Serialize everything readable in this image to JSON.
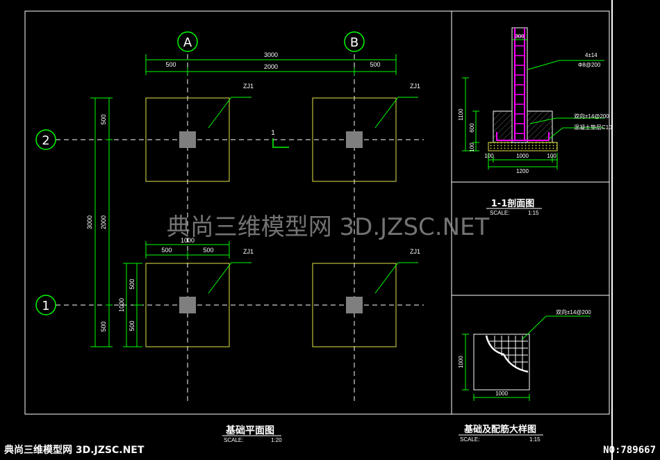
{
  "colors": {
    "background": "#000000",
    "frame": "#ffffff",
    "dim": "#00ff00",
    "axis": "#ffffff",
    "footing": "#e6e64a",
    "column": "#7f7f7f",
    "rebar": "#ff00ff",
    "leader": "#00ff00",
    "watermark": "#9a9a9a",
    "title_text": "#ffffff"
  },
  "plan": {
    "axis_a": "A",
    "axis_b": "B",
    "axis_1": "1",
    "axis_2": "2",
    "dim_top_total": "3000",
    "dim_top_left": "500",
    "dim_top_right": "500",
    "dim_top_mid": "2000",
    "dim_left_total": "3000",
    "dim_left_top": "500",
    "dim_left_mid": "2000",
    "dim_left_bot": "500",
    "dim_inner_total": "1000",
    "dim_inner_top": "500",
    "dim_inner_bot": "500",
    "dim_bottom_total": "1000",
    "dim_bottom_left": "500",
    "dim_bottom_right": "500",
    "footing_label": "ZJ1",
    "section_mark": "1",
    "title": "基础平面图",
    "scale_label": "SCALE:",
    "scale_value": "1:20"
  },
  "section": {
    "dim_column_width": "300",
    "rebar_main": "4±14",
    "rebar_stirrup": "Φ8@200",
    "rebar_bottom": "双向±14@200",
    "concrete_note": "混凝土垫层C10",
    "dim_h_total": "1100",
    "dim_h_footing": "600",
    "dim_h_pad": "100",
    "dim_b_left": "100",
    "dim_b_mid": "1000",
    "dim_b_right": "100",
    "dim_b_total": "1200",
    "title": "1-1剖面图",
    "scale_label": "SCALE:",
    "scale_value": "1:15"
  },
  "detail": {
    "rebar_label": "双向±14@200",
    "dim_v": "1000",
    "dim_h": "1000",
    "title": "基础及配筋大样图",
    "scale_label": "SCALE:",
    "scale_value": "1:15"
  },
  "watermark": "典尚三维模型网 3D.JZSC.NET",
  "footer": {
    "brand": "典尚三维模型网 3D.JZSC.NET",
    "number": "NO:789667"
  }
}
